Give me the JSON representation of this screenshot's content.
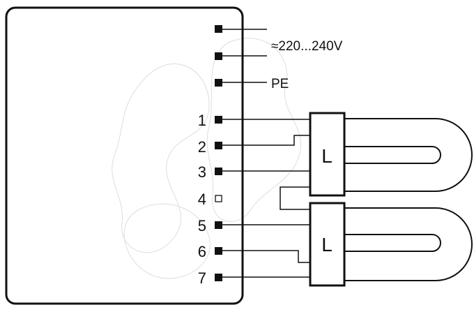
{
  "supply": {
    "voltage": "≈220...240V",
    "earth": "PE"
  },
  "terminals": [
    {
      "label": "",
      "connected": true
    },
    {
      "label": "",
      "connected": true
    },
    {
      "label": "",
      "connected": true
    },
    {
      "label": "1",
      "connected": true
    },
    {
      "label": "2",
      "connected": true
    },
    {
      "label": "3",
      "connected": true
    },
    {
      "label": "4",
      "connected": false
    },
    {
      "label": "5",
      "connected": true
    },
    {
      "label": "6",
      "connected": true
    },
    {
      "label": "7",
      "connected": true
    }
  ],
  "lamps": [
    {
      "label": "L"
    },
    {
      "label": "L"
    }
  ]
}
